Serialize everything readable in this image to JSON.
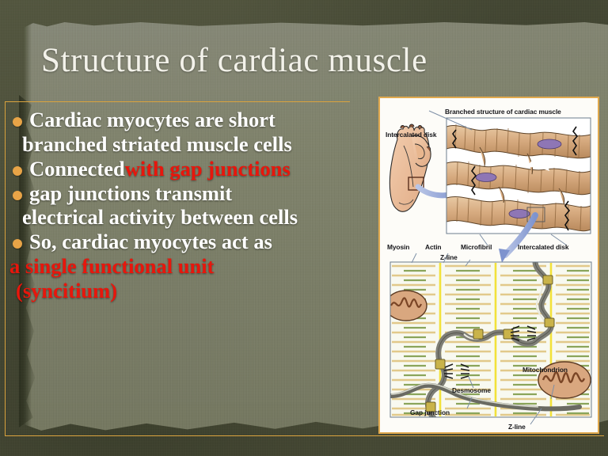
{
  "slide": {
    "title": "Structure of cardiac muscle",
    "theme": {
      "background_color": "#4a4d38",
      "paper_color": "#83866f",
      "frame_color": "#d9a23d",
      "bullet_color": "#e8a447",
      "text_color": "#ffffff",
      "highlight_color": "#e8160c"
    }
  },
  "bullets": [
    {
      "bullet": true,
      "segments": [
        {
          "text": "Cardiac myocytes are short",
          "color": "white"
        }
      ]
    },
    {
      "bullet": false,
      "segments": [
        {
          "text": "branched striated muscle cells",
          "color": "white"
        }
      ]
    },
    {
      "bullet": true,
      "segments": [
        {
          "text": "Connected ",
          "color": "white"
        },
        {
          "text": "with gap junctions",
          "color": "red"
        }
      ]
    },
    {
      "bullet": true,
      "segments": [
        {
          "text": "gap junctions transmit",
          "color": "white"
        }
      ]
    },
    {
      "bullet": false,
      "segments": [
        {
          "text": "electrical activity between cells",
          "color": "white"
        }
      ]
    },
    {
      "bullet": true,
      "segments": [
        {
          "text": "So, cardiac myocytes act as",
          "color": "white"
        }
      ]
    },
    {
      "bullet": false,
      "segments": [
        {
          "text": "a single functional unit",
          "color": "red"
        }
      ]
    },
    {
      "bullet": false,
      "segments": [
        {
          "text": "(syncitium)",
          "color": "red"
        }
      ]
    }
  ],
  "figure": {
    "alt_name": "cardiac-muscle-structure-diagram",
    "labels": {
      "intercalated_disk_top": "Intercalated disk",
      "branched_structure": "Branched structure of cardiac muscle",
      "myosin": "Myosin",
      "actin": "Actin",
      "z_line_top": "Z-line",
      "microfibril": "Microfibril",
      "intercalated_disk_mid": "Intercalated disk",
      "desmosome": "Desmosome",
      "mitochondrion": "Mitochondrion",
      "gap_junction": "Gap junction",
      "z_line_bottom": "Z-line"
    },
    "colors": {
      "muscle_fiber": "#d9ae82",
      "nucleus": "#8e76b5",
      "mitochondrion": "#d9a77f",
      "membrane": "#7e7e76",
      "gap_junction": "#c9b34a",
      "z_line": "#f2e23a",
      "arrow": "#93a7d8"
    }
  }
}
